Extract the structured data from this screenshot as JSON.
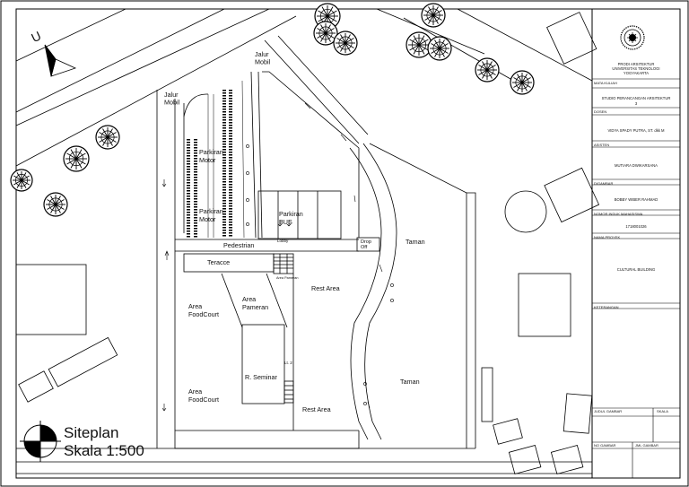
{
  "sheet": {
    "title": "Siteplan",
    "scale": "Skala 1:500",
    "north_letter": "U"
  },
  "labels": {
    "jalur_mobil_top": [
      "Jalur",
      "Mobil"
    ],
    "jalur_mobil_left": [
      "Jalur",
      "Mobil"
    ],
    "parkiran_motor_1": [
      "Parkiran",
      "Motor"
    ],
    "parkiran_motor_2": [
      "Parkiran",
      "Motor"
    ],
    "parkiran_bus": [
      "Parkiran",
      "BUS"
    ],
    "pedestrian": "Pedestrian",
    "lobby": "Lobby",
    "drop_off": [
      "Drop",
      "Off"
    ],
    "taman_1": "Taman",
    "taman_2": "Taman",
    "terrace": "Teracce",
    "area_pameran": [
      "Area",
      "Pameran"
    ],
    "rest_area_1": "Rest Area",
    "rest_area_2": "Rest Area",
    "foodcourt_1": [
      "Area",
      "FoodCourt"
    ],
    "foodcourt_2": [
      "Area",
      "FoodCourt"
    ],
    "r_seminar": "R. Seminar",
    "lt2": "Lt. 2",
    "small_stair": "Area Pameran"
  },
  "title_block": {
    "institution": [
      "PRODI ARSITEKTUR",
      "UNIVERSITAS TEKNOLOGI",
      "YOGYAKARTA"
    ],
    "course_label": "MATA KULIAH",
    "course": [
      "STUDIO PERANCANGAN ARSITEKTUR",
      "3"
    ],
    "lecturer_label": "DOSEN",
    "lecturer": "VIDYA SPADY PUTRA, ST. dkk M",
    "assistant_label": "ASISTEN",
    "assistant": "MUTIARA DWIKARSANA",
    "drawn_by_label": "DIGAMBAR",
    "drawn_by": "BOBBY WIBER RAHMAD",
    "student_id_label": "NOMOR INDUK MAHASISWA",
    "student_id": "1718001026",
    "project_label": "NAMA PROYEK",
    "project": "CULTURAL BUILDING",
    "notes_label": "KETERANGAN",
    "drawing_title_label": "JUDUL GAMBAR",
    "scale_label": "SKALA",
    "drawing_no_label": "NO GAMBAR",
    "drawing_count_label": "JML GAMBAR"
  }
}
